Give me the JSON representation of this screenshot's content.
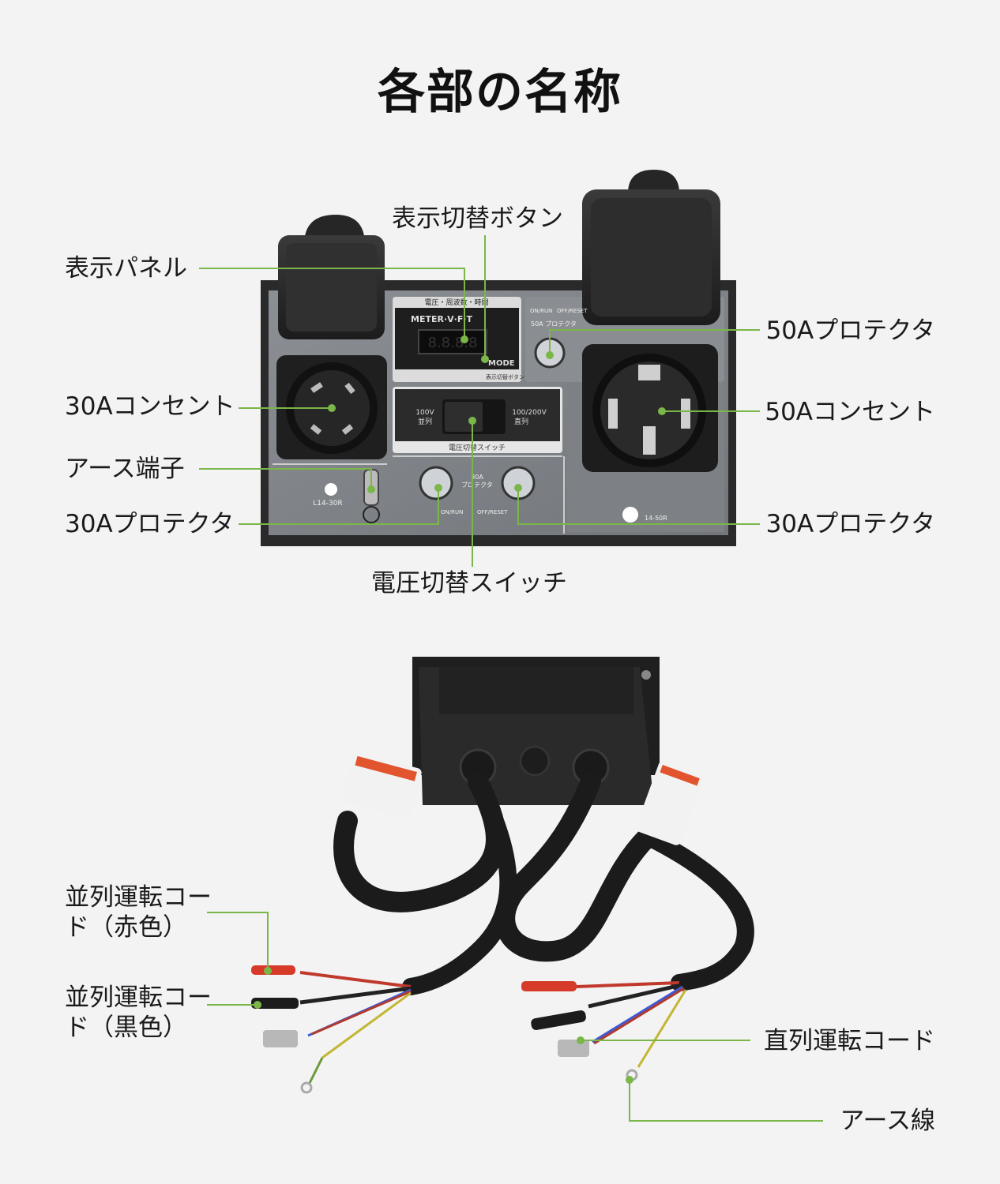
{
  "title": "各部の名称",
  "colors": {
    "leader": "#7ab648",
    "background": "#f3f3f3"
  },
  "front_panel": {
    "callouts": {
      "display_switch_button": "表示切替ボタン",
      "display_panel": "表示パネル",
      "outlet_30a": "30Aコンセント",
      "ground_terminal": "アース端子",
      "protector_30a_left": "30Aプロテクタ",
      "protector_50a": "50Aプロテクタ",
      "outlet_50a": "50Aコンセント",
      "protector_30a_right": "30Aプロテクタ",
      "voltage_switch": "電圧切替スイッチ"
    },
    "panel_text": {
      "meter_header": "電圧・周波数・時間",
      "meter_brand": "METER·V·F·T",
      "meter_reading": "8.8.8.8",
      "mode": "MODE",
      "display_button_caption": "表示切替ボタン",
      "voltage_left": "100V",
      "voltage_left_sub": "並列",
      "voltage_right": "100/200V",
      "voltage_right_sub": "直列",
      "voltage_switch_caption": "電圧切替スイッチ",
      "l14_label": "L14-30R",
      "p30_label_1": "30A",
      "p30_label_2": "プロテクタ",
      "on_run": "ON/RUN",
      "off_reset": "OFF/RESET",
      "p50_label": "50A プロテクタ",
      "r1450_label": "14-50R"
    }
  },
  "back_panel": {
    "callouts": {
      "parallel_cord_red": "並列運転コード（赤色）",
      "parallel_cord_black": "並列運転コード（黒色）",
      "series_cord": "直列運転コード",
      "ground_wire": "アース線"
    }
  }
}
